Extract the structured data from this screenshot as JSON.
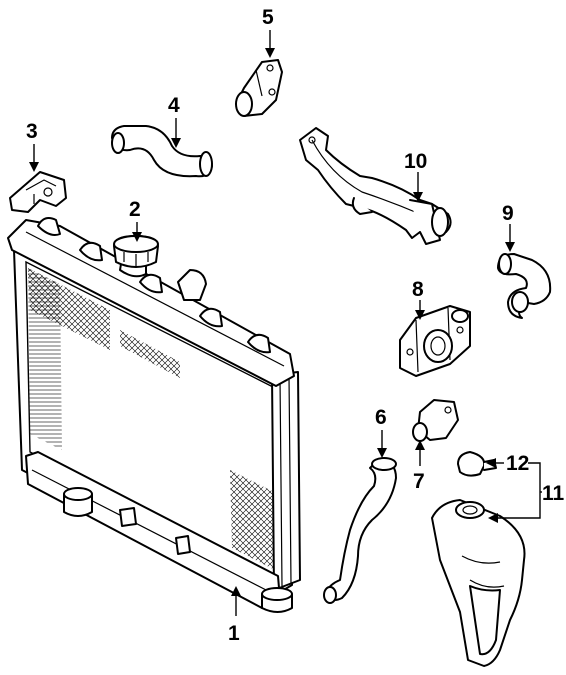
{
  "callouts": {
    "c1": "1",
    "c2": "2",
    "c3": "3",
    "c4": "4",
    "c5": "5",
    "c6": "6",
    "c7": "7",
    "c8": "8",
    "c9": "9",
    "c10": "10",
    "c11": "11",
    "c12": "12"
  },
  "parts": [
    {
      "callout": "1",
      "icon": "radiator-icon"
    },
    {
      "callout": "2",
      "icon": "radiator-cap-icon"
    },
    {
      "callout": "3",
      "icon": "mounting-bracket-icon"
    },
    {
      "callout": "4",
      "icon": "upper-hose-icon"
    },
    {
      "callout": "5",
      "icon": "water-outlet-icon"
    },
    {
      "callout": "6",
      "icon": "lower-hose-icon"
    },
    {
      "callout": "7",
      "icon": "thermostat-housing-icon"
    },
    {
      "callout": "8",
      "icon": "water-pump-housing-icon"
    },
    {
      "callout": "9",
      "icon": "bypass-hose-icon"
    },
    {
      "callout": "10",
      "icon": "water-pipe-icon"
    },
    {
      "callout": "11",
      "icon": "reservoir-tank-icon"
    },
    {
      "callout": "12",
      "icon": "reservoir-cap-icon"
    }
  ]
}
